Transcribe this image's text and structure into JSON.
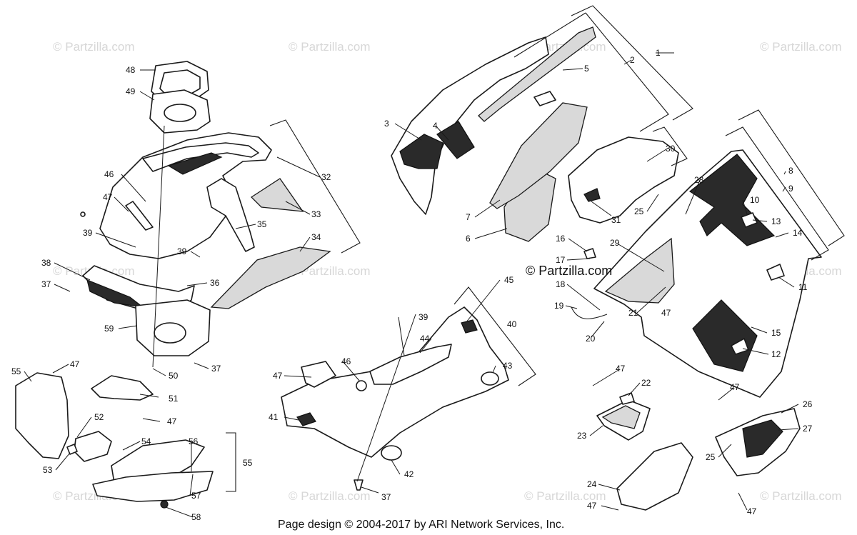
{
  "watermark": "© Partzilla.com",
  "center_watermark": "© Partzilla.com",
  "footer": "Page design © 2004-2017 by ARI Network Services, Inc.",
  "callouts": [
    "1",
    "2",
    "3",
    "4",
    "5",
    "6",
    "7",
    "8",
    "9",
    "10",
    "11",
    "12",
    "13",
    "14",
    "15",
    "16",
    "17",
    "18",
    "19",
    "20",
    "21",
    "22",
    "23",
    "24",
    "25",
    "26",
    "27",
    "28",
    "29",
    "30",
    "31",
    "32",
    "33",
    "34",
    "35",
    "36",
    "37",
    "38",
    "39",
    "40",
    "41",
    "42",
    "43",
    "44",
    "45",
    "46",
    "47",
    "48",
    "49",
    "50",
    "51",
    "52",
    "53",
    "54",
    "55",
    "56",
    "57",
    "58",
    "59"
  ]
}
